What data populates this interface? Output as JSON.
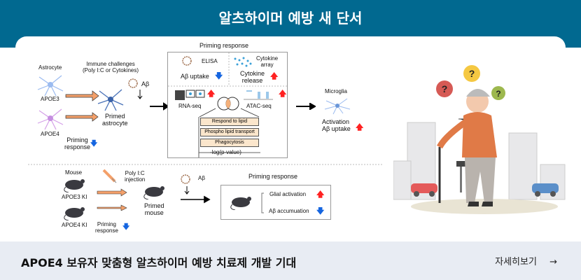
{
  "header": {
    "title": "알츠하이머 예방 새 단서"
  },
  "figure": {
    "astro": {
      "astrocyte": "Astrocyte",
      "immune": "Immune challenges\n(Poly I:C or Cytokines)",
      "apoe3": "APOE3",
      "apoe4": "APOE4",
      "abeta": "Aβ",
      "primed": "Primed\nastrocyte",
      "priming": "Priming\nresponse",
      "microglia": "Microglia",
      "activation": "Activation\nAβ uptake"
    },
    "priming_box": {
      "title": "Priming response",
      "elisa": "ELISA",
      "abeta_uptake": "Aβ uptake",
      "cytokine_array": "Cytokine\narray",
      "cytokine_release": "Cytokine\nrelease",
      "rna_seq": "RNA-seq",
      "atac_seq": "ATAC-seq",
      "bars": [
        "Respond to lipid",
        "Phospho lipid transport",
        "Phagocytosis"
      ],
      "xlabel": "-log(p-value)"
    },
    "mouse": {
      "mouse": "Mouse",
      "apoe3ki": "APOE3 KI",
      "apoe4ki": "APOE4 KI",
      "injection": "Poly I:C\ninjection",
      "abeta": "Aβ",
      "primed": "Primed\nmouse",
      "priming": "Priming\nresponse",
      "box_title": "Priming response",
      "glial": "Glial activation",
      "accum": "Aβ accumuation"
    },
    "arrows": {
      "up": "🡅",
      "down": "🡇"
    }
  },
  "illustration": {
    "marks": [
      "?",
      "?",
      "?"
    ]
  },
  "footer": {
    "headline": "APOE4 보유자 맞춤형 알츠하이머 예방 치료제 개발 기대",
    "more_label": "자세히보기",
    "more_icon": "arrow-right-icon"
  },
  "colors": {
    "header": "#016990",
    "footer": "#e8ecf3",
    "up": "#ff2222",
    "down": "#1565e0",
    "orange_arrow": "#f4a06a"
  }
}
